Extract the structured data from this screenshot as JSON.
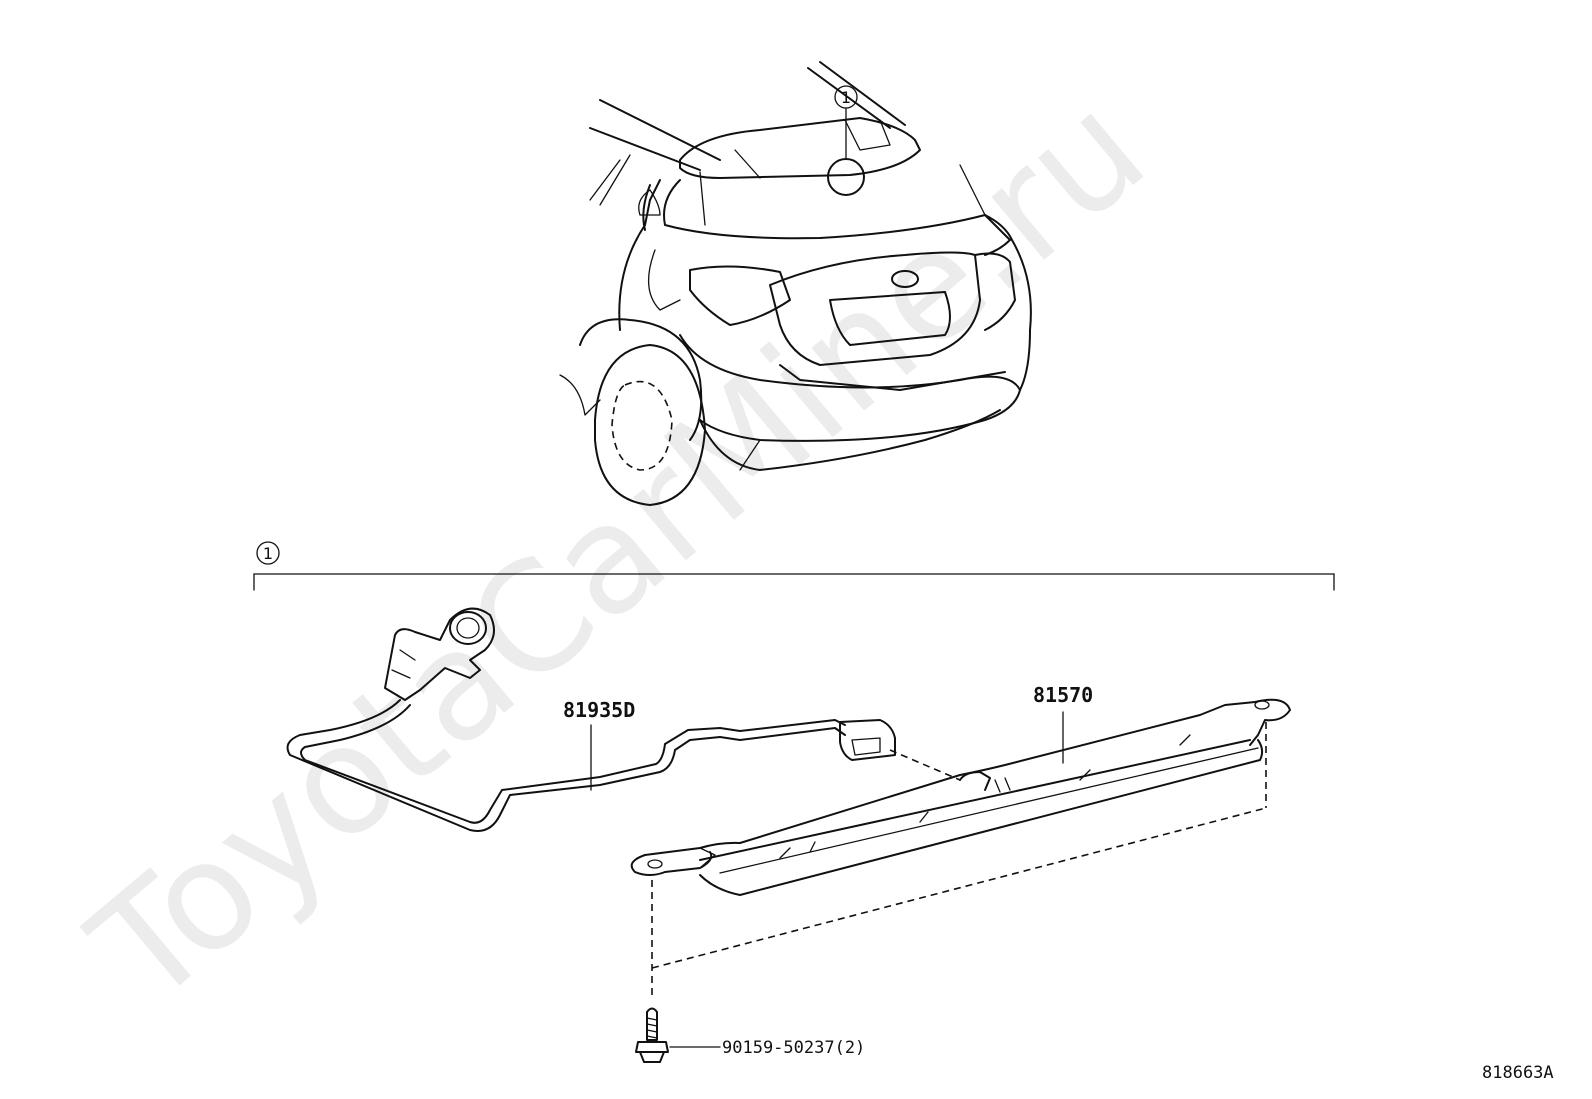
{
  "watermark": "ToyotaCarMine.ru",
  "callouts": {
    "car_callout": "1",
    "group_callout": "1"
  },
  "parts": {
    "harness_label": "81935D",
    "lamp_label": "81570",
    "screw_label": "90159-50237(2)"
  },
  "figure_code": "818663A"
}
